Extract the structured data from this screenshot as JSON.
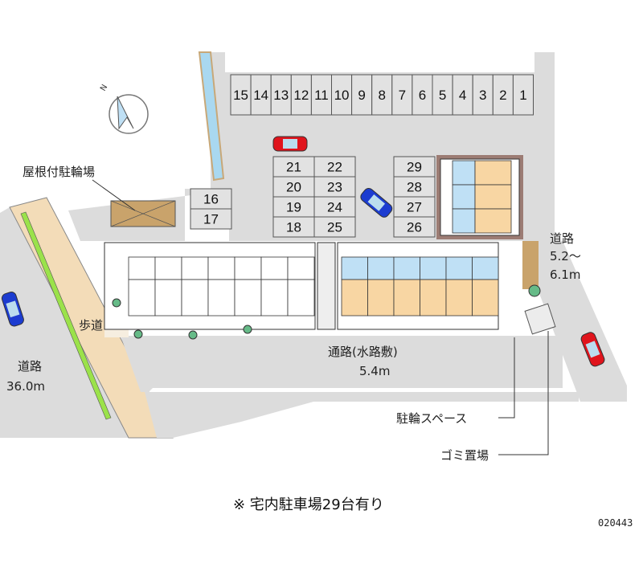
{
  "labels": {
    "covered_bicycle_parking": "屋根付駐輪場",
    "east_road_name": "道路",
    "east_road_width_1": "5.2～",
    "east_road_width_2": "6.1m",
    "sidewalk": "歩道",
    "west_road_name": "道路",
    "west_road_width": "36.0m",
    "passage_name": "通路(水路敷)",
    "passage_width": "5.4m",
    "bicycle_space": "駐輪スペース",
    "garbage_area": "ゴミ置場"
  },
  "parking": {
    "top_row": [
      "15",
      "14",
      "13",
      "12",
      "11",
      "10",
      "9",
      "8",
      "7",
      "6",
      "5",
      "4",
      "3",
      "2",
      "1"
    ],
    "col_a": [
      "21",
      "20",
      "19",
      "18"
    ],
    "col_b": [
      "22",
      "23",
      "24",
      "25"
    ],
    "col_c": [
      "29",
      "28",
      "27",
      "26"
    ],
    "col_d": [
      "16",
      "17"
    ]
  },
  "footer": "※ 宅内駐車場29台有り",
  "code": "020443",
  "colors": {
    "ground": "#dcdcdc",
    "sidewalk": "#f3dcb8",
    "unit_orange": "#f8d6a3",
    "unit_blue": "#bfe0f5",
    "water": "#a9d8f0",
    "median": "#9be24a",
    "car_red": "#e0141c",
    "car_blue": "#1c3cd0"
  }
}
